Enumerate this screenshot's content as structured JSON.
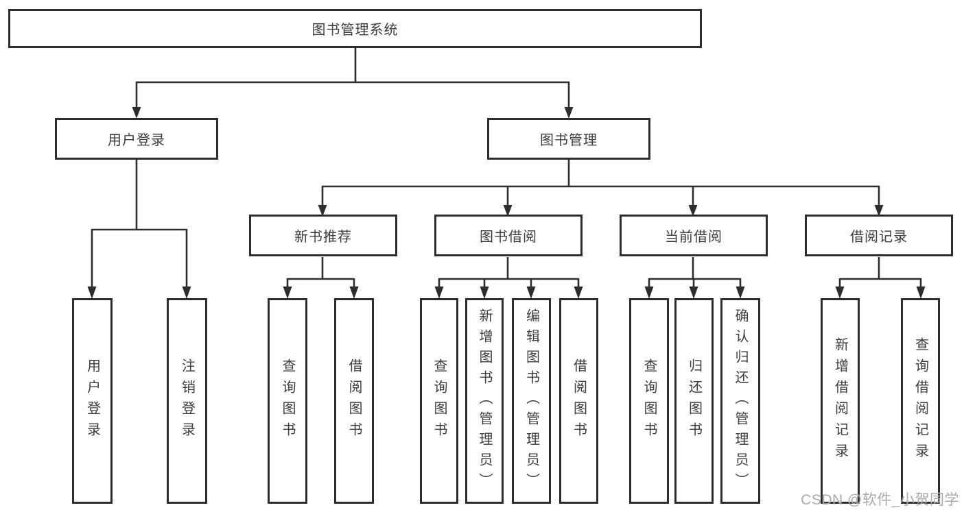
{
  "colors": {
    "line": "#2d2d2d",
    "box_border": "#2d2d2d",
    "text": "#3c3c3c",
    "watermark": "#9ea5ab",
    "background": "#ffffff"
  },
  "tree": {
    "root": "图书管理系统",
    "children": [
      {
        "label": "用户登录",
        "children": [
          "用户登录",
          "注销登录"
        ]
      },
      {
        "label": "图书管理",
        "children": [
          {
            "label": "新书推荐",
            "children": [
              "查询图书",
              "借阅图书"
            ]
          },
          {
            "label": "图书借阅",
            "children": [
              "查询图书",
              "新增图书（管理员）",
              "编辑图书（管理员）",
              "借阅图书"
            ]
          },
          {
            "label": "当前借阅",
            "children": [
              "查询图书",
              "归还图书",
              "确认归还（管理员）"
            ]
          },
          {
            "label": "借阅记录",
            "children": [
              "新增借阅记录",
              "查询借阅记录"
            ]
          }
        ]
      }
    ]
  },
  "watermark": {
    "text": "CSDN @软件_小贺同学"
  }
}
